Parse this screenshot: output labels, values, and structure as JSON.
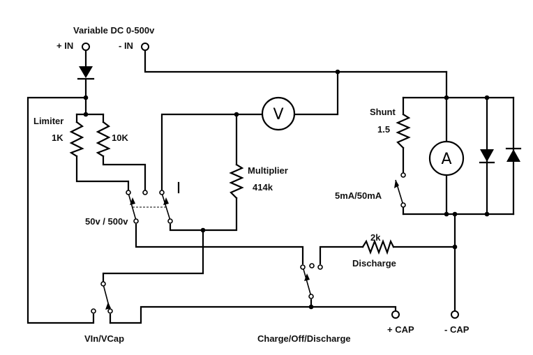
{
  "labels": {
    "supply": "Variable DC 0-500v",
    "plus_in": "+ IN",
    "minus_in": "- IN",
    "limiter": "Limiter",
    "r1k": "1K",
    "r10k": "10K",
    "multiplier": "Multiplier",
    "mult_value": "414k",
    "range": "50v / 500v",
    "shunt": "Shunt",
    "shunt_value": "1.5",
    "current_range": "5mA/50mA",
    "r2k": "2k",
    "discharge": "Discharge",
    "vin_vcap": "VIn/VCap",
    "charge_switch": "Charge/Off/Discharge",
    "plus_cap": "+ CAP",
    "minus_cap": "- CAP"
  },
  "meters": {
    "voltmeter": "V",
    "ammeter": "A"
  }
}
